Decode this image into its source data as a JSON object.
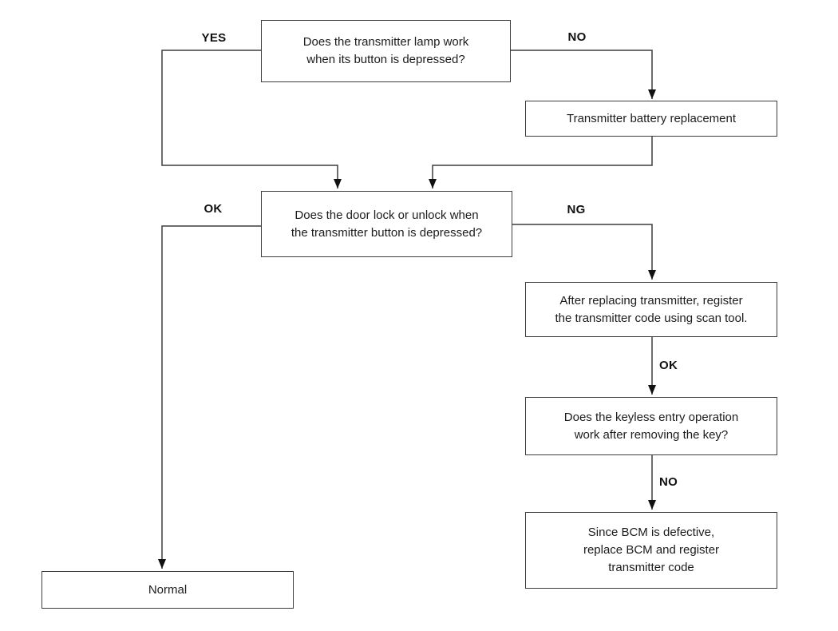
{
  "diagram": {
    "type": "flowchart",
    "nodes": {
      "q_lamp": {
        "text": "Does the transmitter lamp work\nwhen its button is depressed?"
      },
      "battery": {
        "text": "Transmitter battery replacement"
      },
      "q_door": {
        "text": "Does the door lock or unlock when\nthe transmitter button is depressed?"
      },
      "register": {
        "text": "After replacing transmitter, register\nthe transmitter code using scan tool."
      },
      "q_keyless": {
        "text": "Does the keyless entry operation\nwork after removing the key?"
      },
      "bcm": {
        "text": "Since BCM is defective,\nreplace BCM and register\ntransmitter code"
      },
      "normal": {
        "text": "Normal"
      }
    },
    "edge_labels": {
      "yes": "YES",
      "no_top": "NO",
      "ok_left": "OK",
      "ng": "NG",
      "ok_right": "OK",
      "no_bottom": "NO"
    },
    "colors": {
      "line": "#3d3d3d",
      "box_border": "#3d3d3d",
      "arrowhead": "#111111",
      "text": "#1c1c1c",
      "background": "#ffffff"
    }
  }
}
